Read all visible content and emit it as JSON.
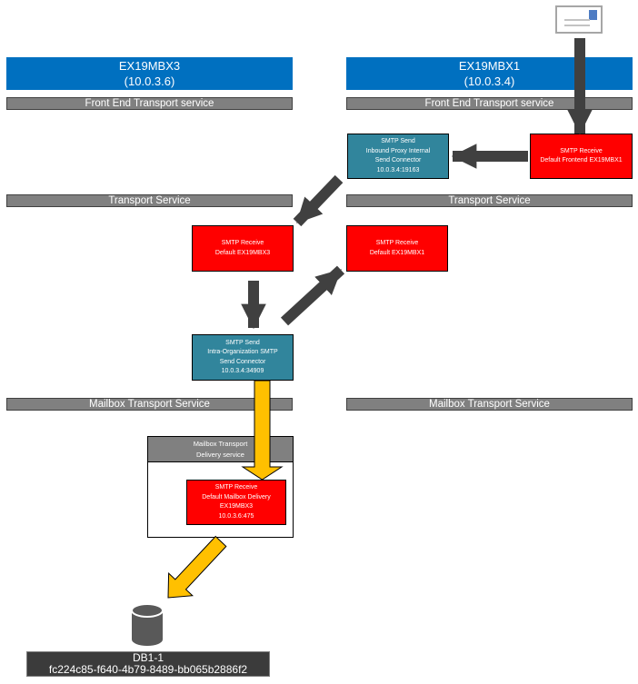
{
  "colors": {
    "blue": "#0070C0",
    "teal": "#31859C",
    "red": "#FF0000",
    "bar_gray": "#808080",
    "arrow_dark": "#404040",
    "arrow_yellow": "#FFC000",
    "db_gray": "#3B3B3B",
    "cylinder_gray": "#595959",
    "envelope_border": "#A6A6A6",
    "stamp_blue": "#4E7CC3"
  },
  "icons": {
    "envelope": "email-message-icon",
    "database": "database-cylinder-icon"
  },
  "servers": {
    "left": {
      "name": "EX19MBX3",
      "ip": "(10.0.3.6)",
      "front_end_label": "Front End Transport service",
      "transport_label": "Transport Service",
      "mailbox_transport_label": "Mailbox Transport Service",
      "smtp_receive_default": "SMTP Receive\nDefault EX19MBX3",
      "intra_org_send": "SMTP Send\nIntra-Organization SMTP\nSend Connector\n10.0.3.4:34909",
      "delivery_header": "Mailbox Transport\nDelivery service",
      "mailbox_delivery_receive": "SMTP Receive\nDefault Mailbox Delivery\nEX19MBX3\n10.0.3.6:475",
      "database": {
        "name": "DB1-1",
        "guid": "fc224c85-f640-4b79-8489-bb065b2886f2"
      }
    },
    "right": {
      "name": "EX19MBX1",
      "ip": "(10.0.3.4)",
      "front_end_label": "Front End Transport service",
      "transport_label": "Transport Service",
      "mailbox_transport_label": "Mailbox Transport Service",
      "inbound_proxy_send": "SMTP Send\nInbound Proxy Internal\nSend Connector\n10.0.3.4:19163",
      "frontend_receive": "SMTP Receive\nDefault Frontend EX19MBX1",
      "smtp_receive_default": "SMTP Receive\nDefault EX19MBX1"
    }
  }
}
